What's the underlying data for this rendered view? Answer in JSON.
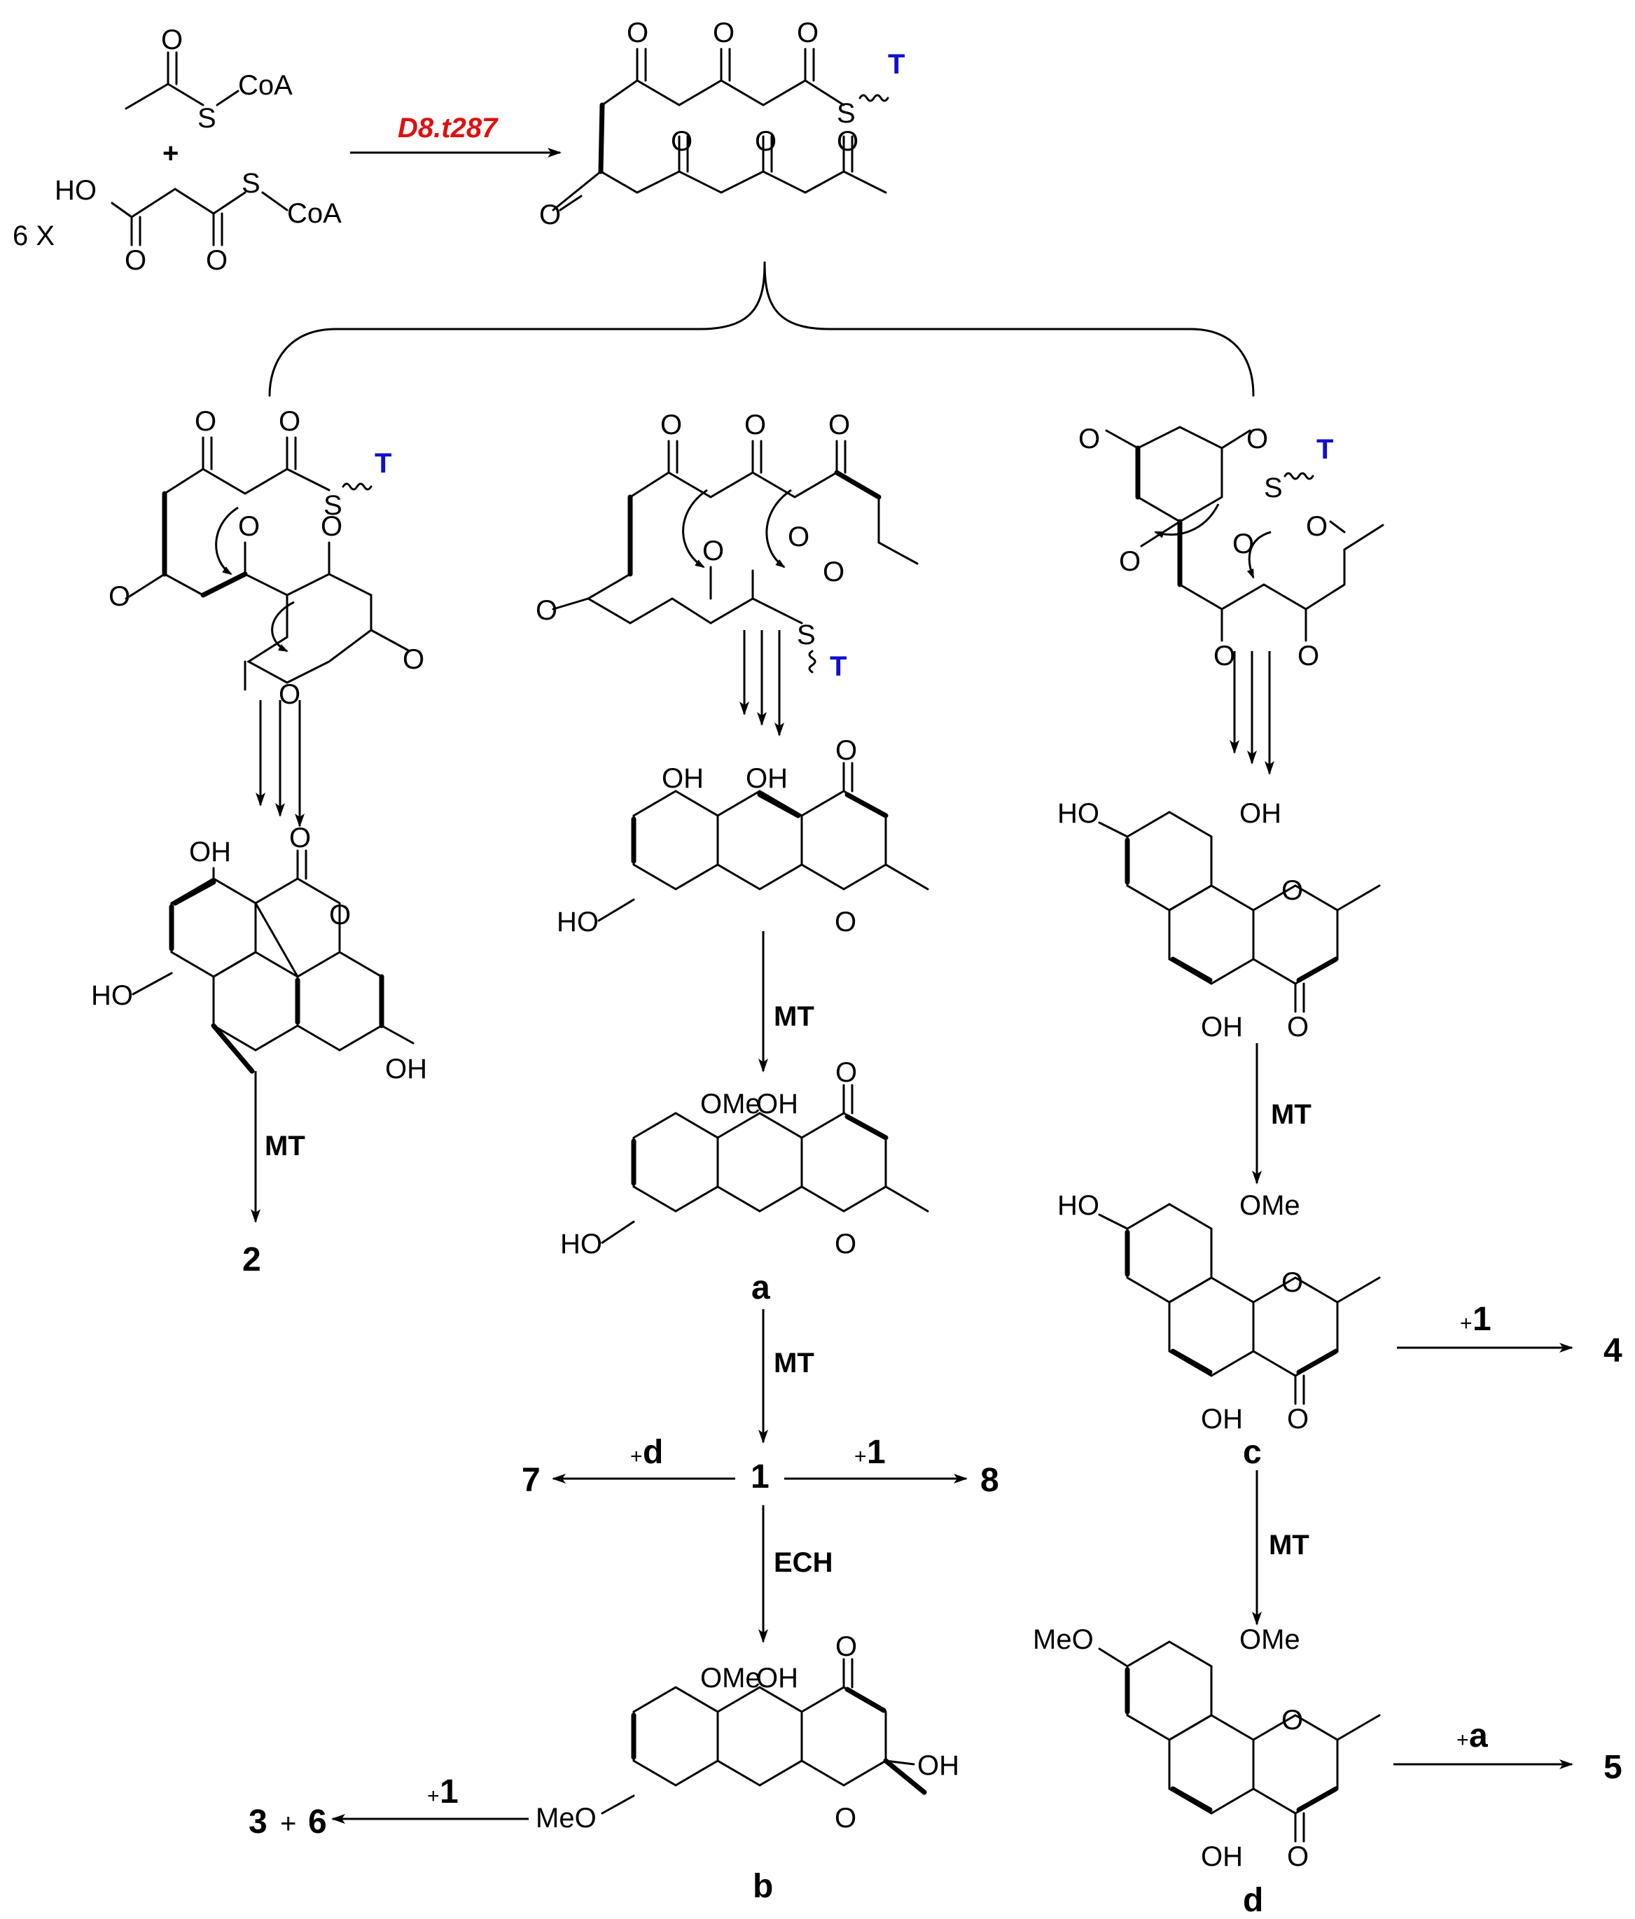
{
  "reagents": {
    "acetyl_coa_label": "CoA",
    "plus": "+",
    "malonyl_multiplier": "6 X",
    "malonyl_ho": "HO",
    "malonyl_coa_label": "CoA",
    "s": "S"
  },
  "enzyme": {
    "name": "D8.t287",
    "color": "#e01010"
  },
  "atoms": {
    "o": "O",
    "s": "S",
    "t": "T",
    "oh": "OH",
    "ho": "HO",
    "ome": "OMe",
    "meo": "MeO"
  },
  "enzymes": {
    "mt": "MT",
    "ech": "ECH"
  },
  "compounds": {
    "c2": "2",
    "c1": "1",
    "c3": "3",
    "c4": "4",
    "c5": "5",
    "c6": "6",
    "c7": "7",
    "c8": "8",
    "a": "a",
    "b": "b",
    "c": "c",
    "d": "d"
  },
  "additions": {
    "plus_d": "+d",
    "plus_1": "+1",
    "plus_a": "+a",
    "plus_sign": "+"
  },
  "colors": {
    "thiolation_domain": "#1010d0",
    "enzyme": "#e01010"
  }
}
